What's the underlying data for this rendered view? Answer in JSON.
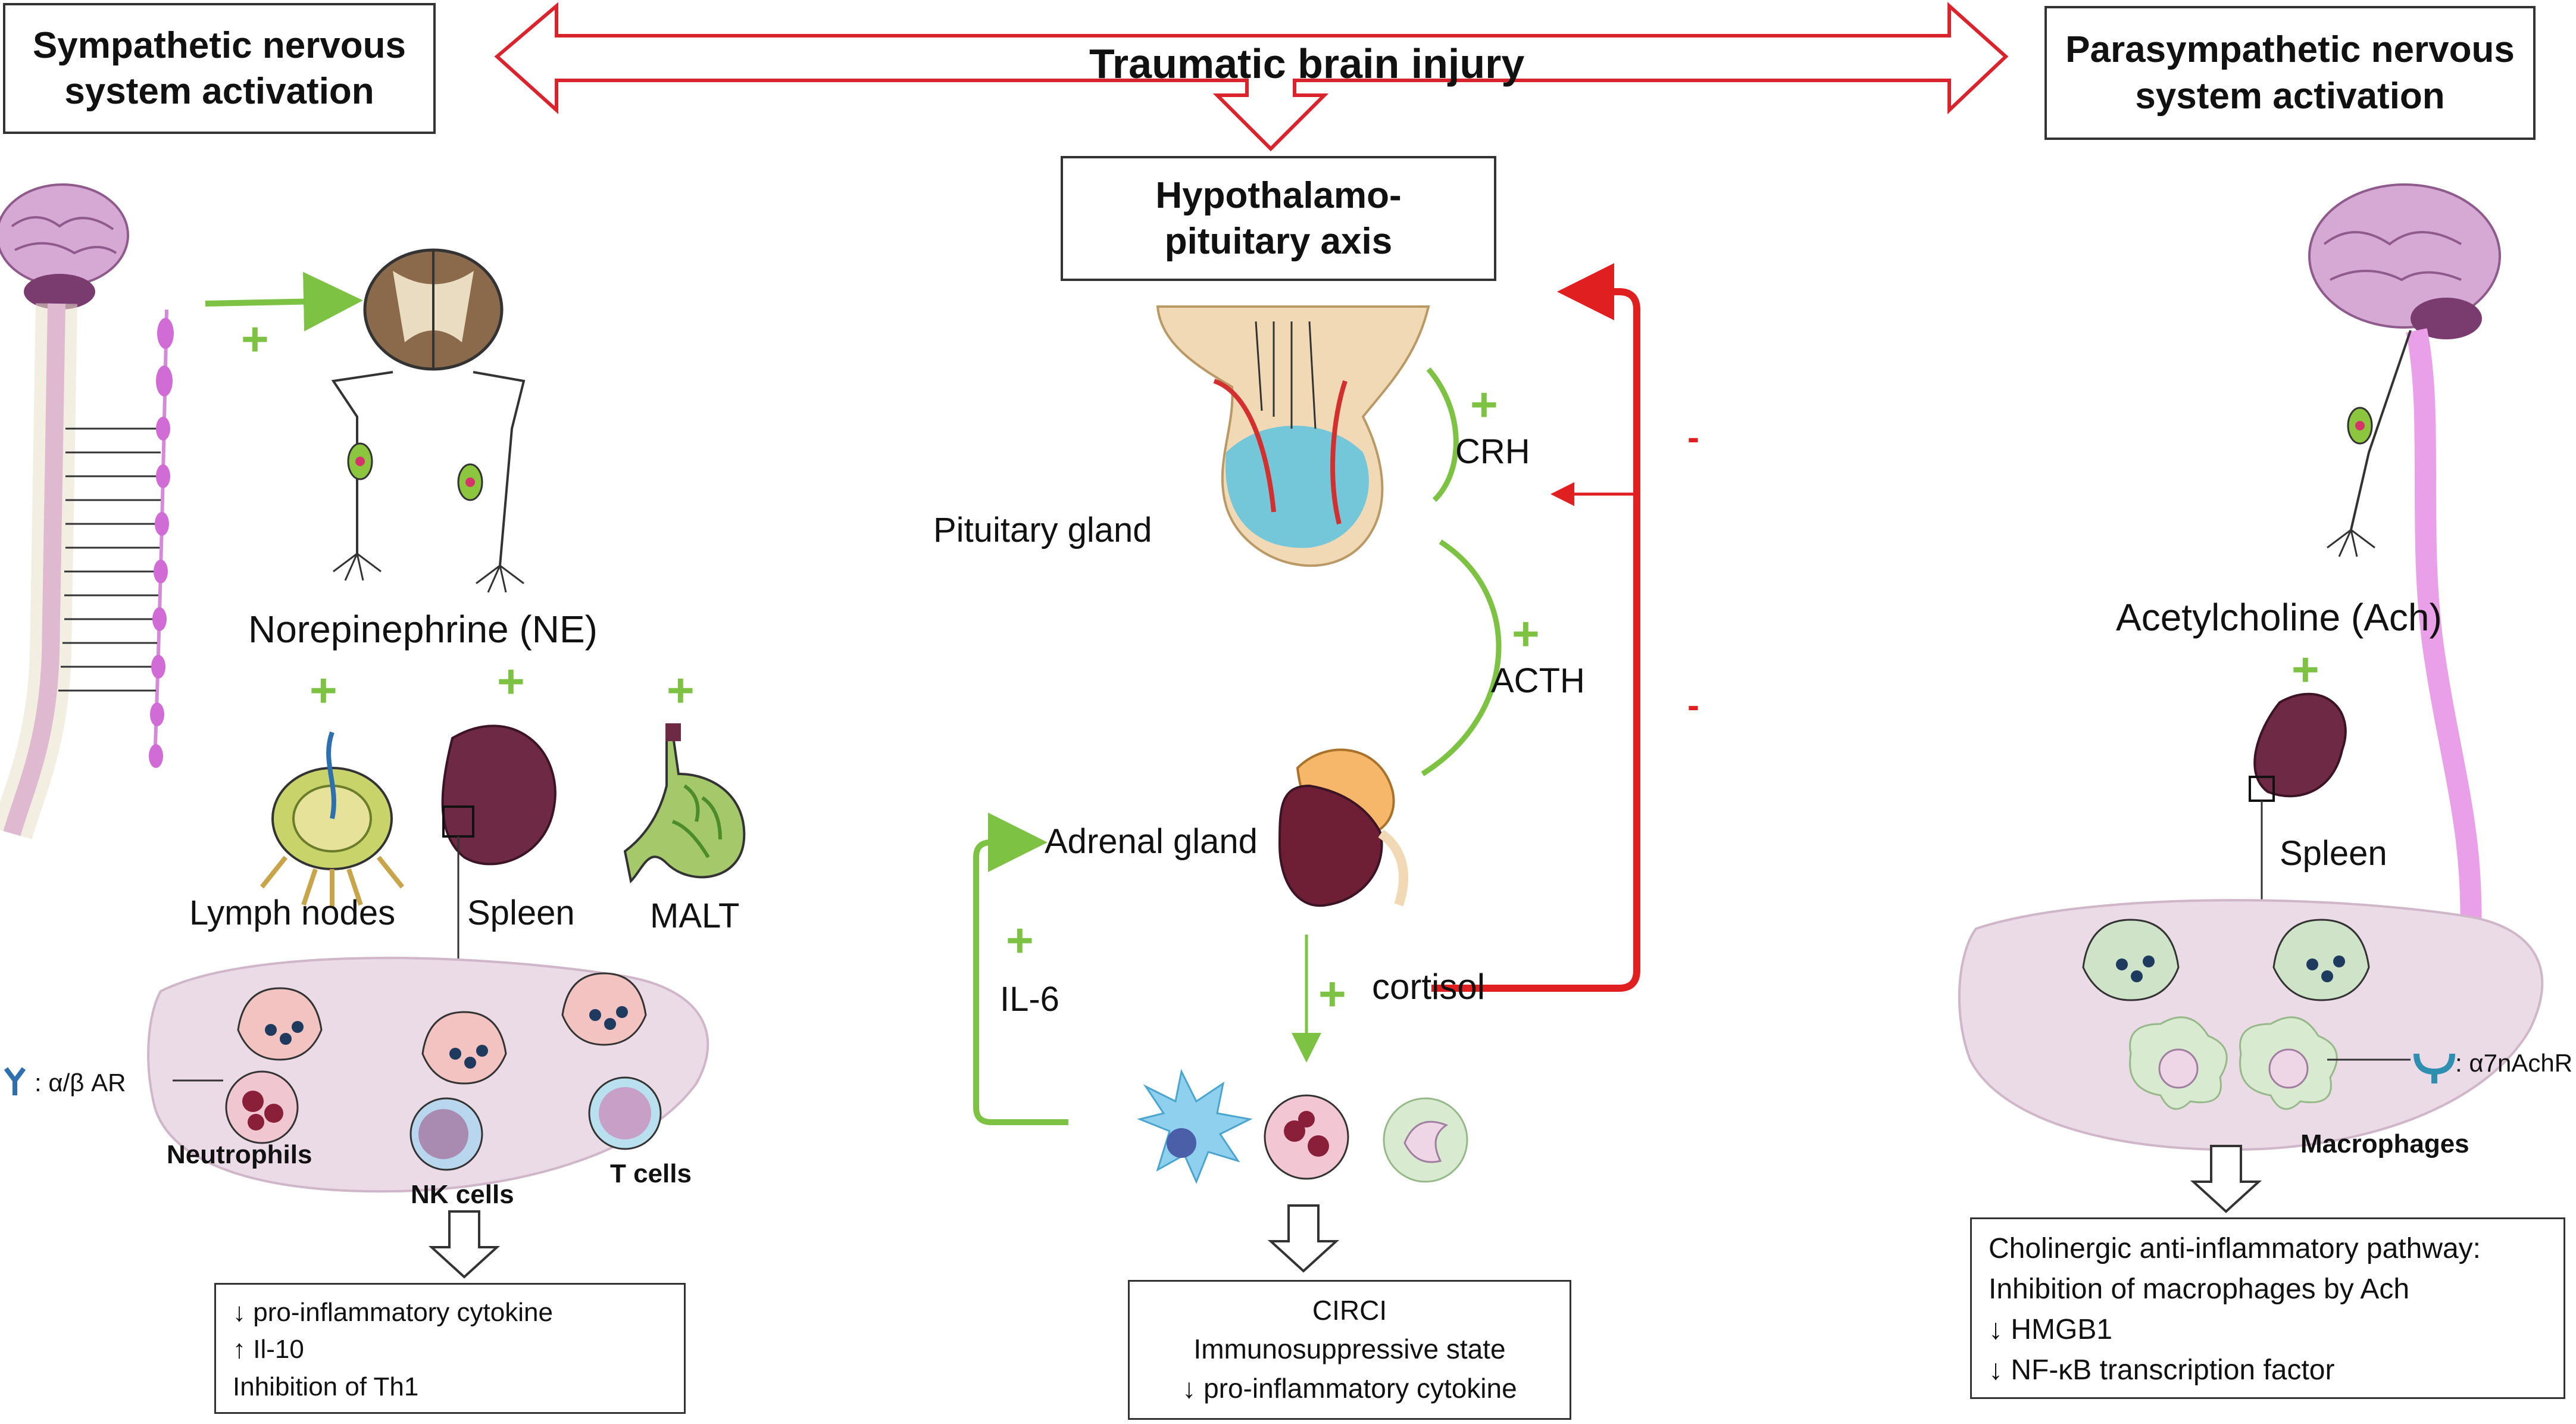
{
  "top_title": "Traumatic brain injury",
  "sympathetic": {
    "title_line1": "Sympathetic nervous",
    "title_line2": "system activation",
    "norepinephrine": "Norepinephrine (NE)",
    "organs": {
      "lymph_nodes": "Lymph nodes",
      "spleen": "Spleen",
      "malt": "MALT"
    },
    "receptor_legend": ": α/β AR",
    "cells": {
      "neutrophils": "Neutrophils",
      "nk_cells": "NK cells",
      "t_cells": "T cells"
    },
    "effects": [
      "↓ pro-inflammatory cytokine",
      "↑ Il-10",
      "Inhibition of Th1"
    ]
  },
  "hpa": {
    "title_line1": "Hypothalamo-",
    "title_line2": "pituitary axis",
    "pituitary": "Pituitary gland",
    "crh": "CRH",
    "acth": "ACTH",
    "adrenal": "Adrenal gland",
    "il6": "IL-6",
    "cortisol": "cortisol",
    "feedback": [
      "-",
      "-"
    ],
    "effects": [
      "CIRCI",
      "Immunosuppressive state",
      "↓ pro-inflammatory cytokine"
    ]
  },
  "parasympathetic": {
    "title_line1": "Parasympathetic nervous",
    "title_line2": "system activation",
    "acetylcholine": "Acetylcholine (Ach)",
    "spleen": "Spleen",
    "receptor_legend": ": α7nAchR",
    "macrophages": "Macrophages",
    "effects": [
      "Cholinergic anti-inflammatory pathway:",
      "Inhibition of macrophages by Ach",
      "↓ HMGB1",
      "↓ NF-κB  transcription factor"
    ]
  },
  "plus_sign": "+",
  "colors": {
    "green": "#7dc242",
    "red": "#e02020",
    "spleen": "#6e2a45",
    "brain": "#c9a0c8",
    "nerve": "#d58ad8",
    "membrane": "#eadbe6"
  }
}
